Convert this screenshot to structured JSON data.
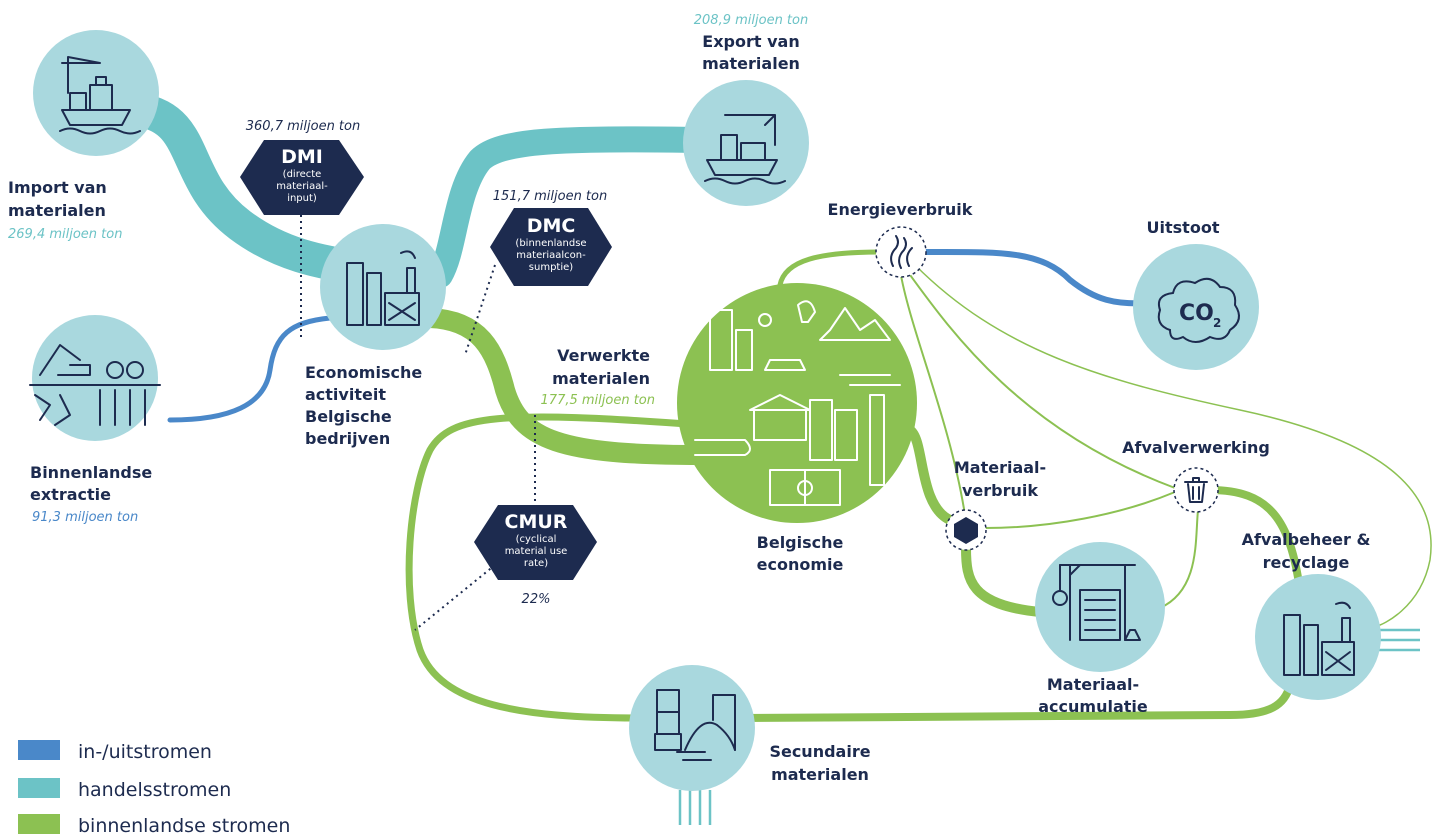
{
  "colors": {
    "inout": "#4a88c9",
    "trade": "#6cc3c6",
    "domestic": "#8cc152",
    "node_light": "#a9d8de",
    "node_green": "#8cc152",
    "hex": "#1d2b4f",
    "text": "#1d2b4f"
  },
  "nodes": {
    "import": {
      "label": [
        "Import van",
        "materialen"
      ],
      "value": "269,4 miljoen ton",
      "icon": "cargo-ship-crane-icon"
    },
    "extraction": {
      "label": [
        "Binnenlandse",
        "extractie"
      ],
      "value": "91,3 miljoen ton",
      "icon": "excavator-field-icon"
    },
    "economic": {
      "label": [
        "Economische",
        "activiteit",
        "Belgische",
        "bedrijven"
      ],
      "icon": "factory-icon"
    },
    "export": {
      "label": [
        "Export van",
        "materialen"
      ],
      "value": "208,9 miljoen ton",
      "icon": "cargo-ship-icon"
    },
    "processed": {
      "label": [
        "Verwerkte",
        "materialen"
      ],
      "value": "177,5 miljoen ton"
    },
    "economy": {
      "label": [
        "Belgische",
        "economie"
      ],
      "icon": "city-icon"
    },
    "energy": {
      "label": [
        "Energieverbruik"
      ],
      "icon": "flame-icon"
    },
    "emission": {
      "label": [
        "Uitstoot"
      ],
      "icon": "co2-cloud-icon"
    },
    "consumption": {
      "label": [
        "Materiaal-",
        "verbruik"
      ],
      "icon": "box-icon"
    },
    "accumulation": {
      "label": [
        "Materiaal-",
        "accumulatie"
      ],
      "icon": "construction-crane-icon"
    },
    "waste": {
      "label": [
        "Afvalverwerking"
      ],
      "icon": "trash-bin-icon"
    },
    "recycling": {
      "label": [
        "Afvalbeheer &",
        "recyclage"
      ],
      "icon": "recycling-plant-icon"
    },
    "secondary": {
      "label": [
        "Secundaire",
        "materialen"
      ],
      "icon": "boxes-sand-icon"
    }
  },
  "indicators": {
    "dmi": {
      "title": "DMI",
      "sub": [
        "(directe",
        "materiaal-",
        "input)"
      ],
      "value": "360,7 miljoen ton"
    },
    "dmc": {
      "title": "DMC",
      "sub": [
        "(binnenlandse",
        "materiaalcon-",
        "sumptie)"
      ],
      "value": "151,7 miljoen ton"
    },
    "cmur": {
      "title": "CMUR",
      "sub": [
        "(cyclical",
        "material use",
        "rate)"
      ],
      "value": "22%"
    }
  },
  "legend": [
    {
      "label": "in-/uitstromen",
      "color": "#4a88c9"
    },
    {
      "label": "handelsstromen",
      "color": "#6cc3c6"
    },
    {
      "label": "binnenlandse stromen",
      "color": "#8cc152"
    }
  ]
}
